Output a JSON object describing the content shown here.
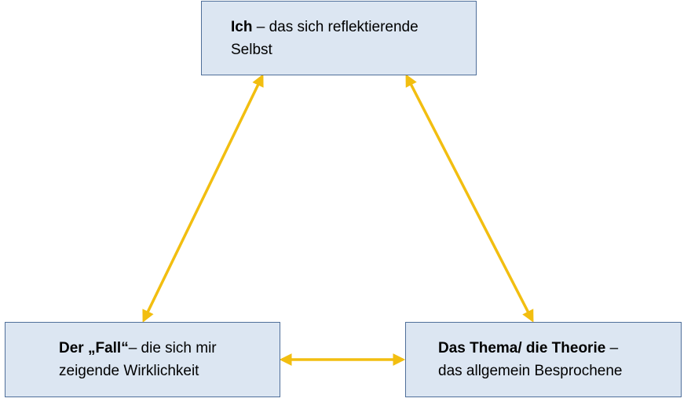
{
  "diagram": {
    "arrow_color": "#f2be10",
    "box_fill": "#dce6f2",
    "box_border": "#4f6f9a",
    "nodes": {
      "top": {
        "title": "Ich",
        "rest_line1": " – das sich reflektierende",
        "line2": "Selbst"
      },
      "left": {
        "title": "Der „Fall“",
        "rest_line1": "– die sich mir",
        "line2": "zeigende Wirklichkeit"
      },
      "right": {
        "title": "Das Thema/ die Theorie",
        "rest_line1": " –",
        "line2": "das allgemein Besprochene"
      }
    },
    "edges": [
      {
        "from": "top",
        "to": "left",
        "direction": "both"
      },
      {
        "from": "top",
        "to": "right",
        "direction": "both"
      },
      {
        "from": "left",
        "to": "right",
        "direction": "both"
      }
    ]
  }
}
